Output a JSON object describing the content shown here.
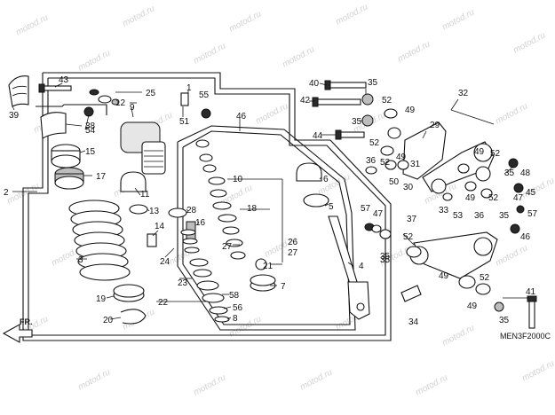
{
  "watermark": "motod.ru",
  "diagram_code": "MEN3F2000C",
  "direction_label": "FR.",
  "callouts": [
    {
      "id": "39",
      "text": "39"
    },
    {
      "id": "43",
      "text": "43"
    },
    {
      "id": "38",
      "text": "38"
    },
    {
      "id": "54",
      "text": "54"
    },
    {
      "id": "15",
      "text": "15"
    },
    {
      "id": "17",
      "text": "17"
    },
    {
      "id": "2",
      "text": "2"
    },
    {
      "id": "3",
      "text": "3"
    },
    {
      "id": "19",
      "text": "19"
    },
    {
      "id": "20",
      "text": "20"
    },
    {
      "id": "25",
      "text": "25"
    },
    {
      "id": "12",
      "text": "12"
    },
    {
      "id": "9",
      "text": "9"
    },
    {
      "id": "1",
      "text": "1"
    },
    {
      "id": "55",
      "text": "55"
    },
    {
      "id": "51",
      "text": "51"
    },
    {
      "id": "46a",
      "text": "46"
    },
    {
      "id": "11",
      "text": "11"
    },
    {
      "id": "13",
      "text": "13"
    },
    {
      "id": "14",
      "text": "14"
    },
    {
      "id": "28",
      "text": "28"
    },
    {
      "id": "16",
      "text": "16"
    },
    {
      "id": "24",
      "text": "24"
    },
    {
      "id": "23",
      "text": "23"
    },
    {
      "id": "22",
      "text": "22"
    },
    {
      "id": "58",
      "text": "58"
    },
    {
      "id": "56",
      "text": "56"
    },
    {
      "id": "8",
      "text": "8"
    },
    {
      "id": "10",
      "text": "10"
    },
    {
      "id": "18",
      "text": "18"
    },
    {
      "id": "27a",
      "text": "27"
    },
    {
      "id": "26",
      "text": "26"
    },
    {
      "id": "27b",
      "text": "27"
    },
    {
      "id": "21",
      "text": "21"
    },
    {
      "id": "7",
      "text": "7"
    },
    {
      "id": "6",
      "text": "6"
    },
    {
      "id": "5",
      "text": "5"
    },
    {
      "id": "4",
      "text": "4"
    },
    {
      "id": "40",
      "text": "40"
    },
    {
      "id": "42",
      "text": "42"
    },
    {
      "id": "44",
      "text": "44"
    },
    {
      "id": "35a",
      "text": "35"
    },
    {
      "id": "35b",
      "text": "35"
    },
    {
      "id": "35c",
      "text": "35"
    },
    {
      "id": "52a",
      "text": "52"
    },
    {
      "id": "49a",
      "text": "49"
    },
    {
      "id": "52b",
      "text": "52"
    },
    {
      "id": "29",
      "text": "29"
    },
    {
      "id": "36a",
      "text": "36"
    },
    {
      "id": "52c",
      "text": "52"
    },
    {
      "id": "49b",
      "text": "49"
    },
    {
      "id": "31",
      "text": "31"
    },
    {
      "id": "50",
      "text": "50"
    },
    {
      "id": "30",
      "text": "30"
    },
    {
      "id": "32",
      "text": "32"
    },
    {
      "id": "49c",
      "text": "49"
    },
    {
      "id": "52d",
      "text": "52"
    },
    {
      "id": "35d",
      "text": "35"
    },
    {
      "id": "48",
      "text": "48"
    },
    {
      "id": "45",
      "text": "45"
    },
    {
      "id": "33",
      "text": "33"
    },
    {
      "id": "53",
      "text": "53"
    },
    {
      "id": "49d",
      "text": "49"
    },
    {
      "id": "36b",
      "text": "36"
    },
    {
      "id": "52e",
      "text": "52"
    },
    {
      "id": "35e",
      "text": "35"
    },
    {
      "id": "47a",
      "text": "47"
    },
    {
      "id": "57a",
      "text": "57"
    },
    {
      "id": "47b",
      "text": "47"
    },
    {
      "id": "57b",
      "text": "57"
    },
    {
      "id": "46b",
      "text": "46"
    },
    {
      "id": "35f",
      "text": "35"
    },
    {
      "id": "37",
      "text": "37"
    },
    {
      "id": "52f",
      "text": "52"
    },
    {
      "id": "49e",
      "text": "49"
    },
    {
      "id": "52g",
      "text": "52"
    },
    {
      "id": "49f",
      "text": "49"
    },
    {
      "id": "34",
      "text": "34"
    },
    {
      "id": "41",
      "text": "41"
    },
    {
      "id": "35g",
      "text": "35"
    }
  ]
}
